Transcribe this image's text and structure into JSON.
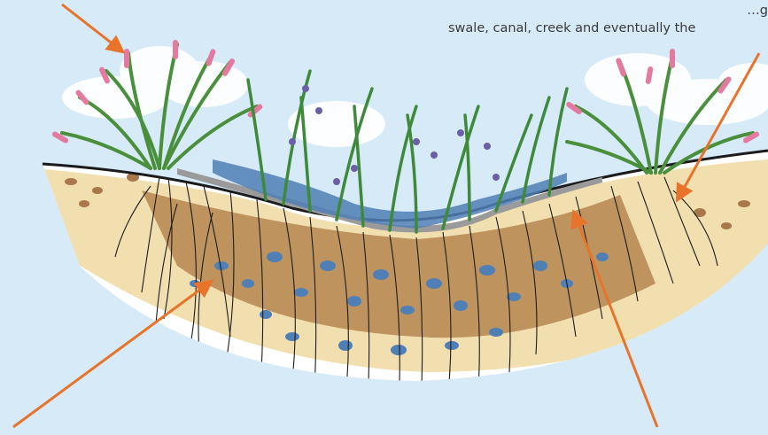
{
  "caption": {
    "line1": "…g",
    "line2": "swale, canal, creek and eventually the"
  },
  "colors": {
    "sky": "#d6eaf8",
    "arrow": "#e8742c",
    "grass": "#5aa84a",
    "flower": "#e57aa0",
    "lavender": "#6b5fa6",
    "water": "#4f7fb5",
    "soil": "#b5864f",
    "sand": "#f1dfb0"
  },
  "arrows": [
    {
      "name": "arrow-to-left-grass"
    },
    {
      "name": "arrow-to-right-roots"
    },
    {
      "name": "arrow-to-left-roots"
    },
    {
      "name": "arrow-to-swale-bottom"
    }
  ]
}
